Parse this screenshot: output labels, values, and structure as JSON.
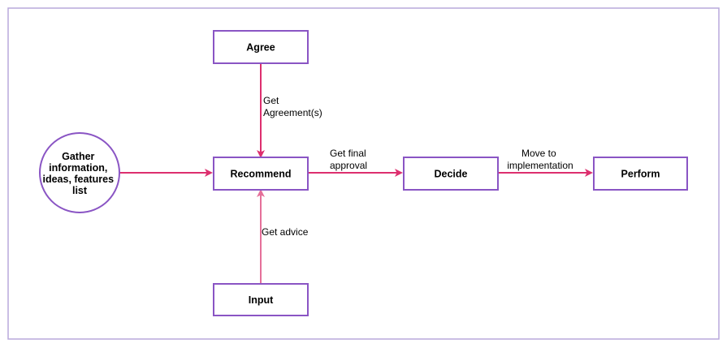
{
  "colors": {
    "node_border": "#8a55c4",
    "edge": "#dd2f6e",
    "edge_light": "#e5709a",
    "frame_border": "#b9a8dc"
  },
  "nodes": {
    "agree": "Agree",
    "recommend": "Recommend",
    "decide": "Decide",
    "perform": "Perform",
    "input": "Input",
    "gather": [
      "Gather",
      "information,",
      "ideas, features",
      "list"
    ]
  },
  "edges": {
    "get_agreement": [
      "Get",
      "Agreement(s)"
    ],
    "get_final_approval": [
      "Get final",
      "approval"
    ],
    "move_to_implementation": [
      "Move to",
      "implementation"
    ],
    "get_advice": "Get advice"
  }
}
